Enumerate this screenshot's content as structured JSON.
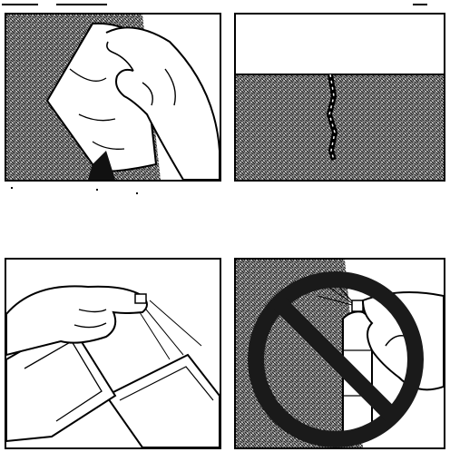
{
  "figure": {
    "panels": [
      {
        "id": "wipe-surface",
        "icon": "hand-wiping-cloth"
      },
      {
        "id": "surface-crack",
        "icon": "crack-in-surface"
      },
      {
        "id": "spray-on-paper",
        "icon": "hand-spray-can"
      },
      {
        "id": "no-spray-on-surface",
        "icon": "prohibited-spray"
      }
    ],
    "colors": {
      "ink": "#000000",
      "paper": "#ffffff",
      "texture": "#9a9a9a"
    }
  }
}
